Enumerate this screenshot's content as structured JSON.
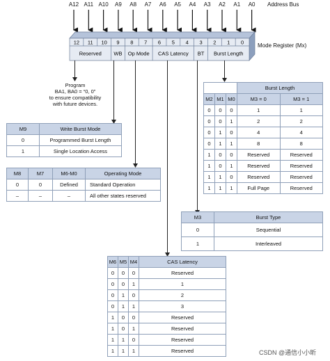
{
  "address_bus": {
    "pins": [
      "A12",
      "A11",
      "A10",
      "A9",
      "A8",
      "A7",
      "A6",
      "A5",
      "A4",
      "A3",
      "A2",
      "A1",
      "A0"
    ],
    "label": "Address Bus"
  },
  "register": {
    "bits": [
      "12",
      "11",
      "10",
      "9",
      "8",
      "7",
      "6",
      "5",
      "4",
      "3",
      "2",
      "1",
      "0"
    ],
    "label": "Mode Register (Mx)",
    "fields": [
      "Reserved",
      "WB",
      "Op Mode",
      "CAS Latency",
      "BT",
      "Burst Length"
    ]
  },
  "program_note": [
    "Program",
    "BA1, BA0 = “0, 0”",
    "to ensure compatibility",
    "with future devices."
  ],
  "write_burst_mode": {
    "headers": [
      "M9",
      "Write Burst Mode"
    ],
    "rows": [
      [
        "0",
        "Programmed Burst Length"
      ],
      [
        "1",
        "Single Location Access"
      ]
    ]
  },
  "operating_mode": {
    "headers": [
      "M8",
      "M7",
      "M6-M0",
      "Operating Mode"
    ],
    "rows": [
      [
        "0",
        "0",
        "Defined",
        "Standard Operation"
      ],
      [
        "–",
        "–",
        "–",
        "All other states reserved"
      ]
    ]
  },
  "burst_length": {
    "title": "Burst Length",
    "headers": [
      "M2",
      "M1",
      "M0",
      "M3 = 0",
      "M3 = 1"
    ],
    "rows": [
      [
        "0",
        "0",
        "0",
        "1",
        "1"
      ],
      [
        "0",
        "0",
        "1",
        "2",
        "2"
      ],
      [
        "0",
        "1",
        "0",
        "4",
        "4"
      ],
      [
        "0",
        "1",
        "1",
        "8",
        "8"
      ],
      [
        "1",
        "0",
        "0",
        "Reserved",
        "Reserved"
      ],
      [
        "1",
        "0",
        "1",
        "Reserved",
        "Reserved"
      ],
      [
        "1",
        "1",
        "0",
        "Reserved",
        "Reserved"
      ],
      [
        "1",
        "1",
        "1",
        "Full Page",
        "Reserved"
      ]
    ]
  },
  "burst_type": {
    "headers": [
      "M3",
      "Burst Type"
    ],
    "rows": [
      [
        "0",
        "Sequential"
      ],
      [
        "1",
        "Interleaved"
      ]
    ]
  },
  "cas_latency": {
    "headers": [
      "M6",
      "M5",
      "M4",
      "CAS Latency"
    ],
    "rows": [
      [
        "0",
        "0",
        "0",
        "Reserved"
      ],
      [
        "0",
        "0",
        "1",
        "1"
      ],
      [
        "0",
        "1",
        "0",
        "2"
      ],
      [
        "0",
        "1",
        "1",
        "3"
      ],
      [
        "1",
        "0",
        "0",
        "Reserved"
      ],
      [
        "1",
        "0",
        "1",
        "Reserved"
      ],
      [
        "1",
        "1",
        "0",
        "Reserved"
      ],
      [
        "1",
        "1",
        "1",
        "Reserved"
      ]
    ]
  },
  "watermark": "CSDN @通信小小昕"
}
